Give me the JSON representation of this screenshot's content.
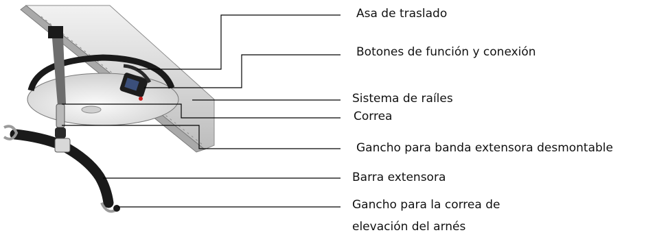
{
  "labels": {
    "asa": "Asa de traslado",
    "botones": "Botones de función y conexión",
    "rieles": "Sistema de raíles",
    "correa": "Correa",
    "gancho_banda": "Gancho para banda extensora desmontable",
    "barra": "Barra extensora",
    "gancho_correa_1": "Gancho para la correa de",
    "gancho_correa_2": "elevación del arnés"
  },
  "colors": {
    "rail": "#d6d6d6",
    "motor": "#ececec",
    "dark": "#1a1a1a",
    "leader": "#000000",
    "button_red": "#cc2222"
  }
}
